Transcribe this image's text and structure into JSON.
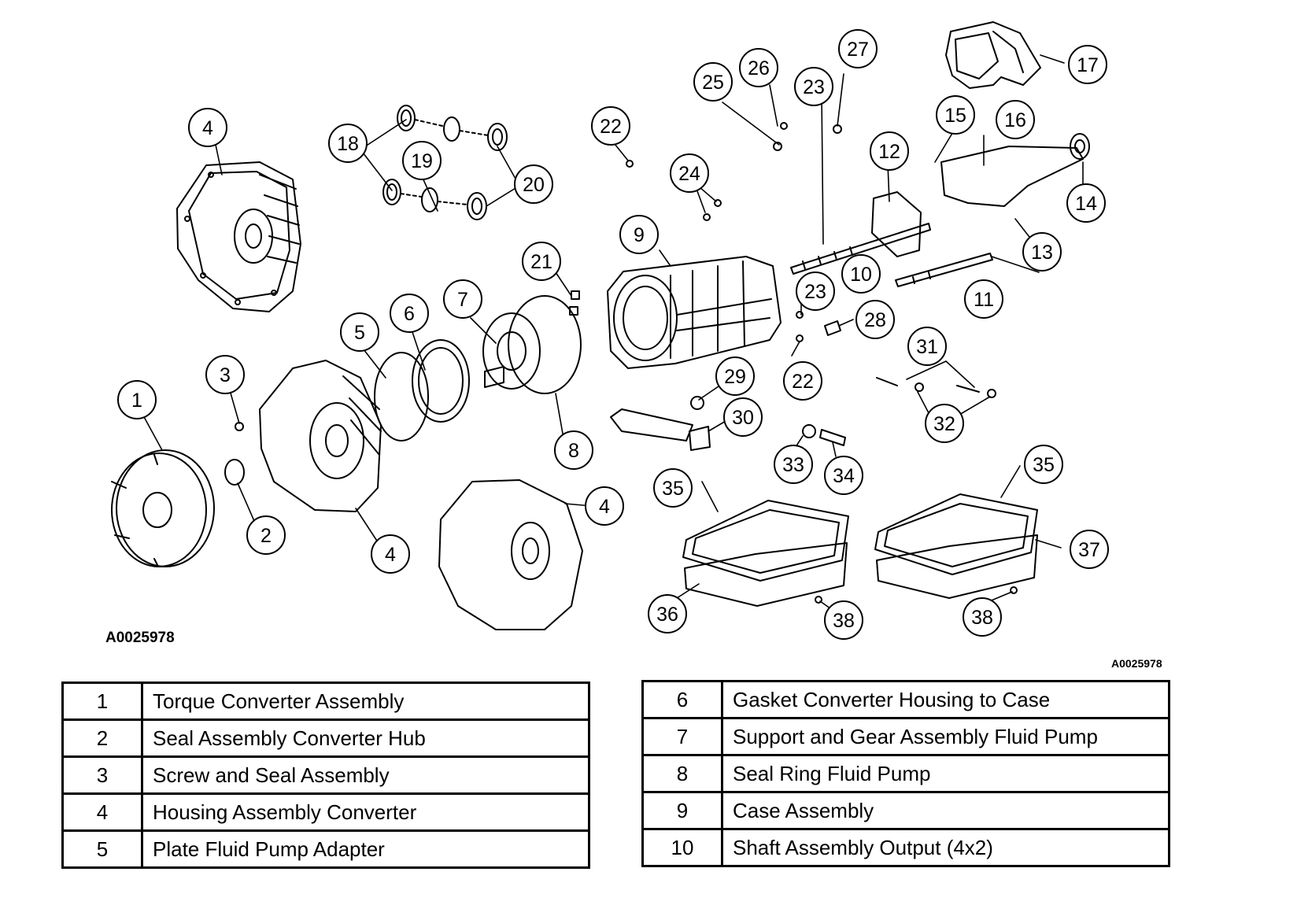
{
  "figure_codes": {
    "left": "A0025978",
    "right": "A0025978"
  },
  "callouts": [
    "1",
    "2",
    "3",
    "4",
    "5",
    "6",
    "7",
    "8",
    "9",
    "10",
    "11",
    "12",
    "13",
    "14",
    "15",
    "16",
    "17",
    "18",
    "19",
    "20",
    "21",
    "22",
    "23",
    "24",
    "25",
    "26",
    "27",
    "28",
    "29",
    "30",
    "31",
    "32",
    "33",
    "34",
    "35",
    "36",
    "37",
    "38"
  ],
  "legend_left": [
    {
      "num": "1",
      "desc": "Torque Converter Assembly"
    },
    {
      "num": "2",
      "desc": "Seal Assembly Converter Hub"
    },
    {
      "num": "3",
      "desc": "Screw and Seal Assembly"
    },
    {
      "num": "4",
      "desc": "Housing Assembly Converter"
    },
    {
      "num": "5",
      "desc": "Plate Fluid Pump Adapter"
    }
  ],
  "legend_right": [
    {
      "num": "6",
      "desc": "Gasket Converter Housing to Case"
    },
    {
      "num": "7",
      "desc": "Support and Gear Assembly Fluid Pump"
    },
    {
      "num": "8",
      "desc": "Seal Ring Fluid Pump"
    },
    {
      "num": "9",
      "desc": "Case Assembly"
    },
    {
      "num": "10",
      "desc": "Shaft Assembly Output (4x2)"
    }
  ]
}
